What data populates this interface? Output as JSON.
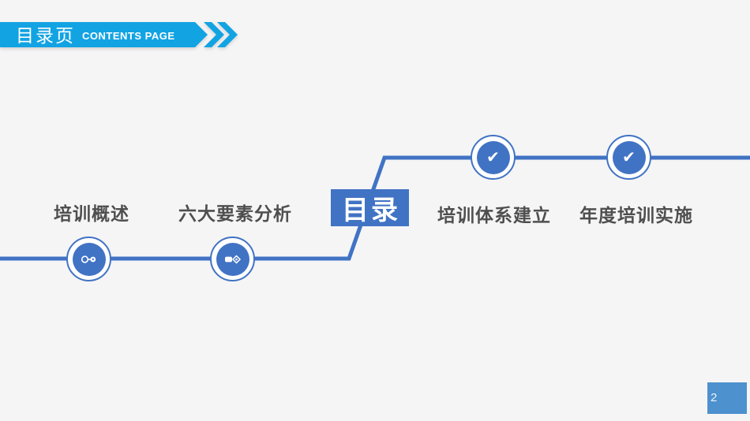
{
  "slide": {
    "background": "#f5f5f6"
  },
  "header": {
    "title_cn": "目录页",
    "title_en": "CONTENTS PAGE"
  },
  "toc": {
    "center_label": "目录",
    "check_glyph": "✔",
    "items": [
      {
        "label": "培训概述",
        "icon": "ring-link-icon",
        "side": "left"
      },
      {
        "label": "六大要素分析",
        "icon": "pen-nib-icon",
        "side": "left"
      },
      {
        "label": "培训体系建立",
        "icon": "check-icon",
        "side": "right"
      },
      {
        "label": "年度培训实施",
        "icon": "check-icon",
        "side": "right"
      }
    ]
  },
  "footer": {
    "page_number": "2"
  },
  "colors": {
    "banner_cyan": "#12a3e3",
    "accent_blue": "#4173c4",
    "page_box_blue": "#4d91ce",
    "label_gray": "#4f4f4f"
  }
}
